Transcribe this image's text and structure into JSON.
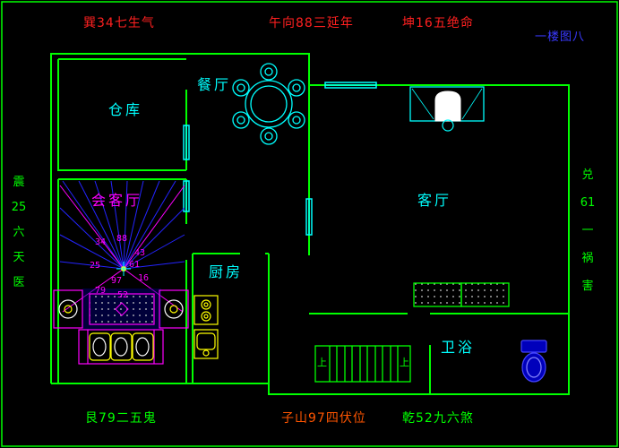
{
  "title": {
    "label": "一楼图八",
    "color": "#3a3aff"
  },
  "top_labels": [
    {
      "text": "巽34七生气",
      "color": "#ff2020"
    },
    {
      "text": "午向88三延年",
      "color": "#ff2020"
    },
    {
      "text": "坤16五绝命",
      "color": "#ff2020"
    }
  ],
  "bottom_labels": [
    {
      "text": "艮79二五鬼",
      "color": "#00ff00"
    },
    {
      "text": "子山97四伏位",
      "color": "#ff5500"
    },
    {
      "text": "乾52九六煞",
      "color": "#00ff00"
    }
  ],
  "side_labels": {
    "left": {
      "segments": [
        "震",
        "25",
        "六",
        "天",
        "医"
      ],
      "color": "#00ff00"
    },
    "right": {
      "segments": [
        "兑",
        "61",
        "一",
        "祸",
        "害"
      ],
      "color": "#00ff00"
    }
  },
  "rooms": {
    "storage": {
      "label": "仓库",
      "color": "#00ffff"
    },
    "dining": {
      "label": "餐厅",
      "color": "#00ffff"
    },
    "living": {
      "label": "客厅",
      "color": "#00ffff"
    },
    "reception": {
      "label": "会客厅",
      "color": "#ff00ff"
    },
    "kitchen": {
      "label": "厨房",
      "color": "#00ffff"
    },
    "bathroom": {
      "label": "卫浴",
      "color": "#00ffff"
    }
  },
  "stairs": {
    "up_label": "上"
  },
  "compass": {
    "numbers": [
      "34",
      "88",
      "43",
      "25",
      "61",
      "16",
      "97",
      "79",
      "52"
    ],
    "number_color": "#ff00ff",
    "ray_color": "#2424ff"
  },
  "colors": {
    "background": "#000000",
    "walls": "#00ff00",
    "windows_fixtures": "#00ffff",
    "furniture": "#ff00ff",
    "kitchen_fixtures": "#ffff00",
    "toilet": "#0000bb",
    "frame": "#00ff00"
  }
}
